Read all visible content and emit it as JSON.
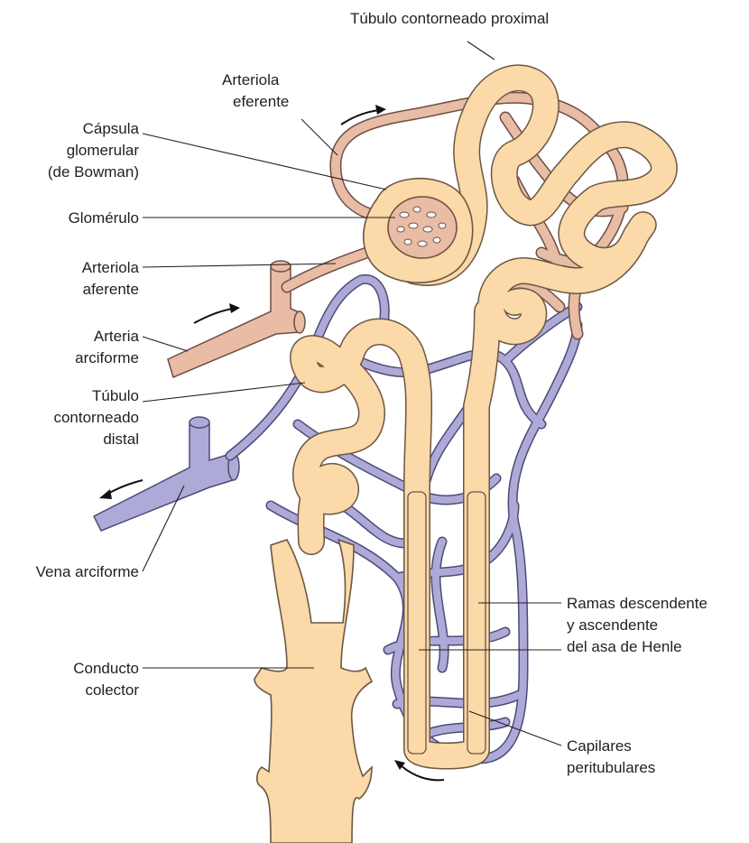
{
  "colors": {
    "tubule_fill": "#fbd9a8",
    "tubule_outline": "#6b5744",
    "artery_fill": "#e8bca5",
    "artery_outline": "#6e4e44",
    "vein_fill": "#aeaad8",
    "vein_outline": "#4d4a78",
    "text": "#231f20"
  },
  "labels": {
    "proximal_tubule": "Túbulo contorneado proximal",
    "efferent_arteriole": [
      "Arteriola",
      "eferente"
    ],
    "bowman_capsule": [
      "Cápsula",
      "glomerular",
      "(de Bowman)"
    ],
    "glomerulus": "Glomérulo",
    "afferent_arteriole": [
      "Arteriola",
      "aferente"
    ],
    "arcuate_artery": [
      "Arteria",
      "arciforme"
    ],
    "distal_tubule": [
      "Túbulo",
      "contorneado",
      "distal"
    ],
    "arcuate_vein": "Vena arciforme",
    "collecting_duct": [
      "Conducto",
      "colector"
    ],
    "loop_of_henle": [
      "Ramas descendente",
      "y ascendente",
      "del asa de Henle"
    ],
    "peritubular_capillaries": [
      "Capilares",
      "peritubulares"
    ]
  },
  "icons": {
    "flow_arrows": "flow-direction-arrow-icon"
  }
}
